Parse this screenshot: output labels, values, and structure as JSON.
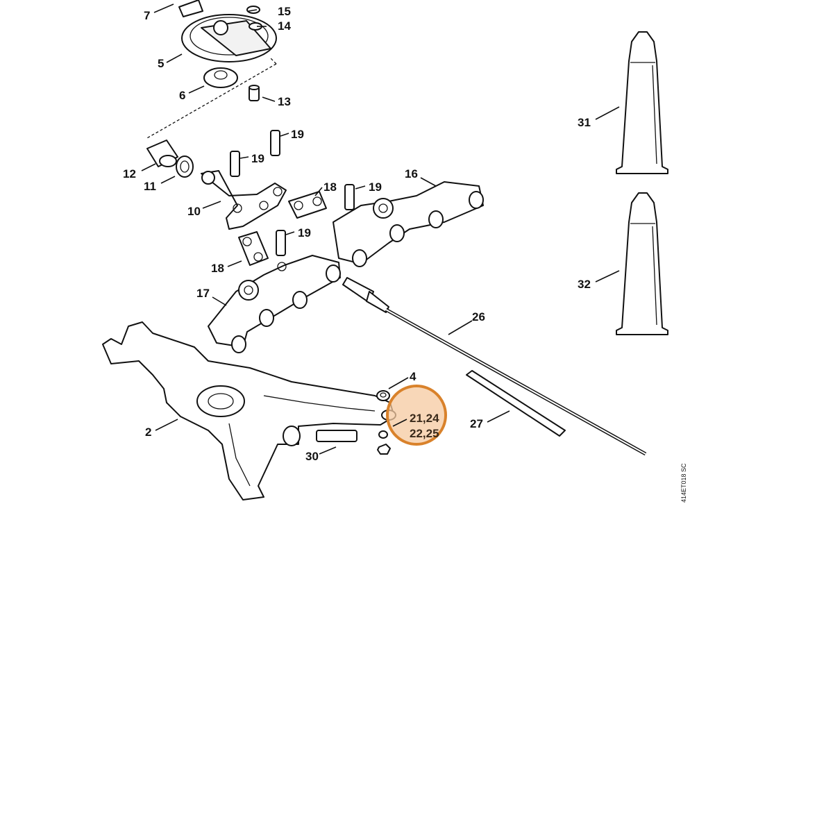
{
  "callouts": [
    "7",
    "15",
    "14",
    "5",
    "6",
    "13",
    "19",
    "19",
    "19",
    "19",
    "12",
    "11",
    "10",
    "18",
    "18",
    "16",
    "17",
    "26",
    "4",
    "2",
    "30",
    "27",
    "31",
    "32"
  ],
  "highlight": {
    "line1": "21,24",
    "line2": "22,25",
    "color": "#d9822b",
    "fill": "#f6c9a0"
  },
  "drawing_code": "414ET018 SC"
}
